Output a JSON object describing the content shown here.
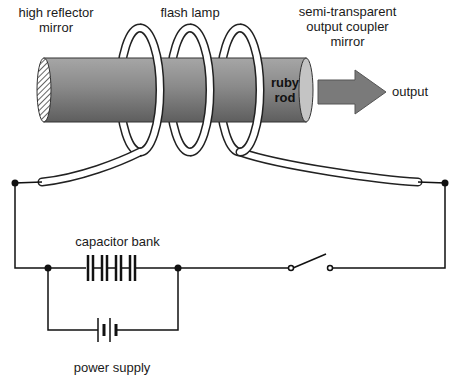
{
  "diagram": {
    "nodes": [
      {
        "text": [
          "ruby rod"
        ]
      }
    ],
    "labels": [
      "high reflector mirror",
      "flash lamp",
      "semi-transparent output coupler mirror",
      "output",
      "capacitor bank",
      "power supply"
    ]
  }
}
